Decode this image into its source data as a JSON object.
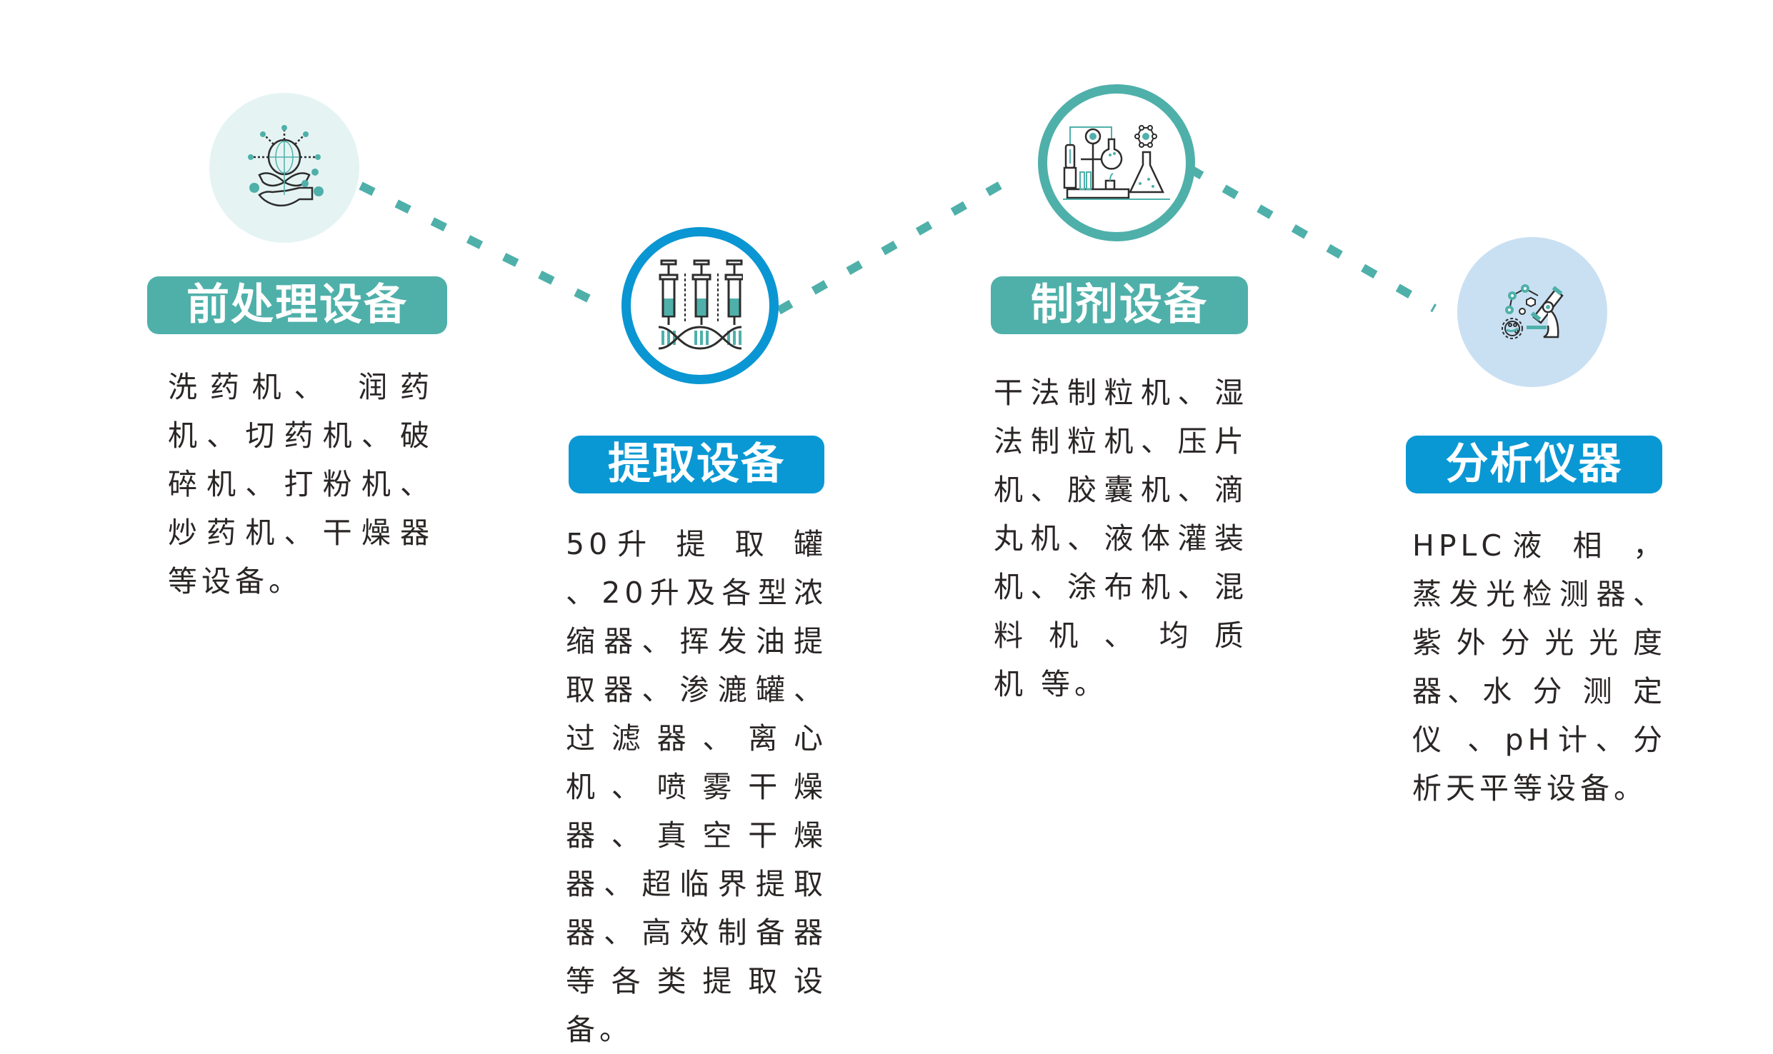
{
  "colors": {
    "teal": "#4fb0aa",
    "blue": "#0a98d4",
    "light_teal_bg": "#e5f4f3",
    "light_blue_bg": "#c9e0f3",
    "text_dark": "#2b2626",
    "icon_stroke": "#2d2d2d"
  },
  "steps": [
    {
      "title": "前处理设备",
      "icon": "plant-globe-hand-icon",
      "description": "洗药机、 润药机、切药机、破碎机、打粉机、炒药机、干燥器等设备。"
    },
    {
      "title": "提取设备",
      "icon": "syringe-dna-icon",
      "description": "50升 提 取 罐 、20升及各型浓缩器、挥发油提取器、渗漉罐、过滤器、离心机、喷雾干燥器、真空干燥器、超临界提取器、高效制备器等各类提取设备。"
    },
    {
      "title": "制剂设备",
      "icon": "lab-equipment-icon",
      "description": "干法制粒机、湿法制粒机、压片机、胶囊机、滴丸机、液体灌装机、涂布机、混料 机 、 均 质 机 等。"
    },
    {
      "title": "分析仪器",
      "icon": "microscope-icon",
      "description": "HPLC液 相 ， 蒸发光检测器、紫外分光光度器、水 分 测 定 仪 、pH计、分析天平等设备。"
    }
  ],
  "connectors": [
    {
      "from": "step-1",
      "to": "step-2",
      "style": "dashed"
    },
    {
      "from": "step-2",
      "to": "step-3",
      "style": "dashed"
    },
    {
      "from": "step-3",
      "to": "step-4",
      "style": "dashed"
    }
  ]
}
